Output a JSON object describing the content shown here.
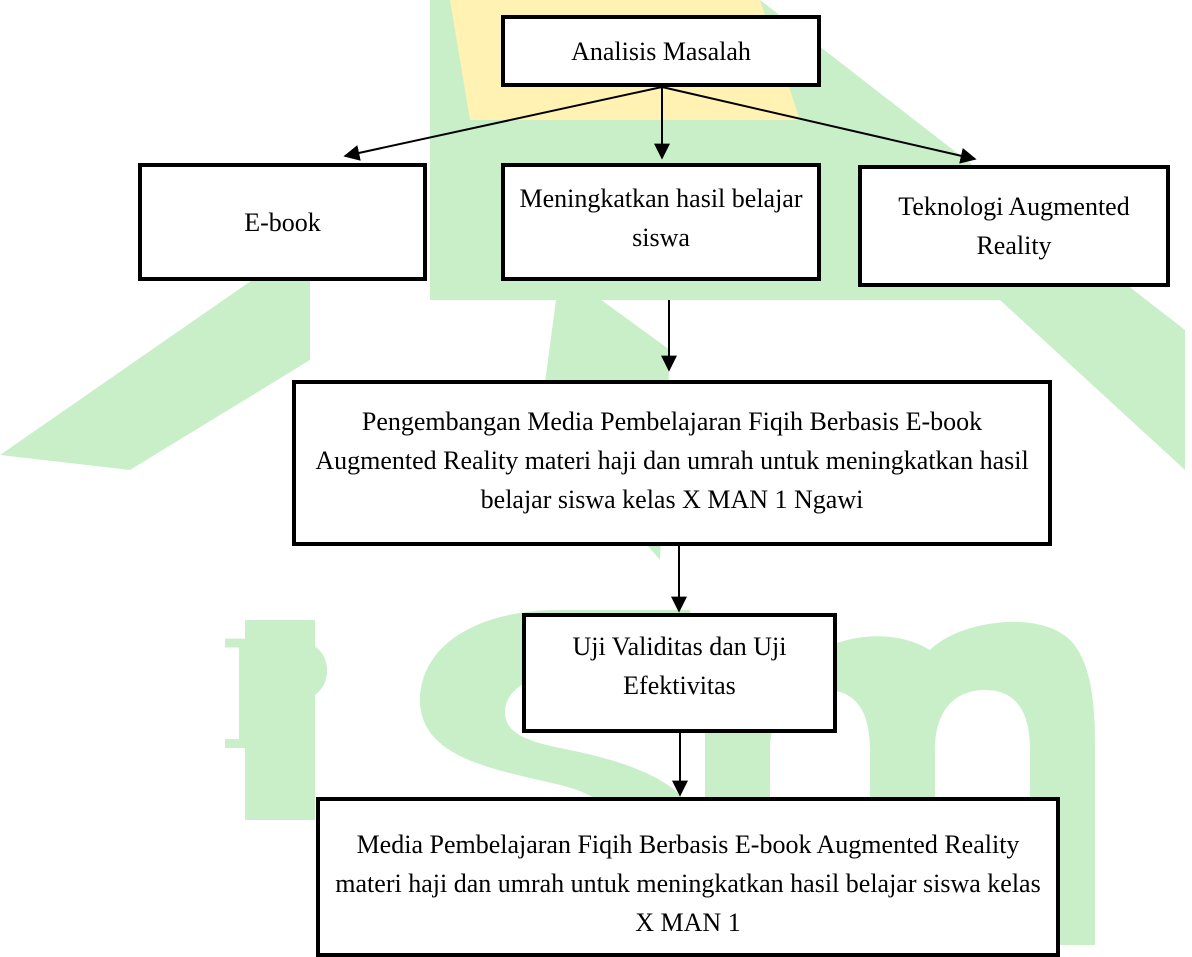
{
  "diagram": {
    "analisis": "Analisis Masalah",
    "ebook": "E-book",
    "meningkatkan": "Meningkatkan hasil belajar siswa",
    "teknologi": "Teknologi Augmented Reality",
    "pengembangan": "Pengembangan Media Pembelajaran Fiqih Berbasis E-book Augmented Reality materi haji dan umrah untuk meningkatkan hasil belajar siswa kelas X MAN 1 Ngawi",
    "uji": "Uji Validitas dan Uji Efektivitas",
    "media": "Media Pembelajaran Fiqih Berbasis E-book Augmented Reality materi haji dan umrah untuk meningkatkan hasil belajar siswa kelas X MAN 1"
  },
  "watermark": {
    "letter": "P",
    "color": "#c9efc9",
    "accent_color": "#fff2b3"
  },
  "colors": {
    "border": "#000000",
    "text": "#000000",
    "background": "#ffffff"
  }
}
